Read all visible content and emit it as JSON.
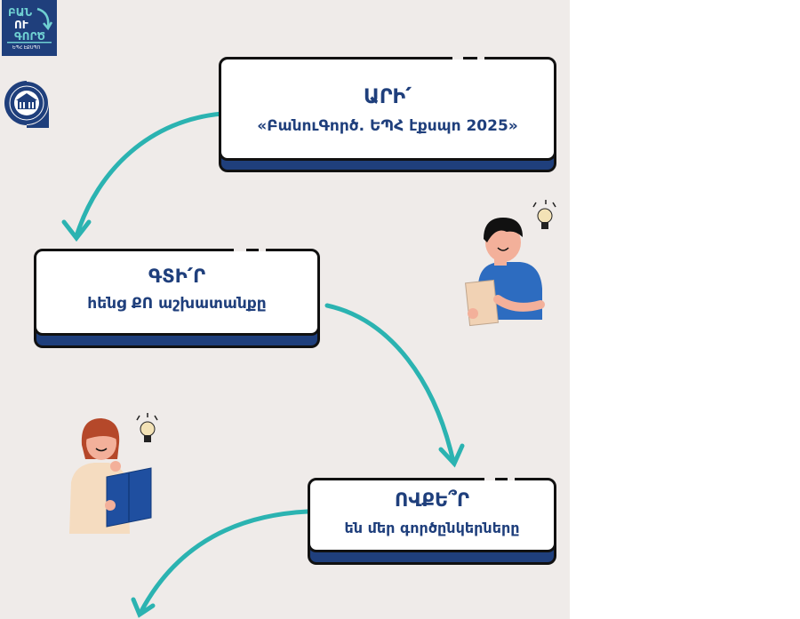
{
  "logo": {
    "line1": "ԲԱՆ",
    "line2": "ՈՒ",
    "line3": "ԳՈՐԾ",
    "line4": "ԵՊՀ ԷՔՍՊՈ"
  },
  "cards": [
    {
      "title": "ԱՐԻ՛",
      "subtitle": "«ԲանուԳործ. ԵՊՀ էքսպո 2025»"
    },
    {
      "title": "ԳՏԻ՛Ր",
      "subtitle": "հենց ՔՈ աշխատանքը"
    },
    {
      "title": "ՈՎՔԵ՞Ր",
      "subtitle": "են մեր գործընկերները"
    }
  ],
  "icons": [
    "university-seal-icon",
    "lightbulb-icon",
    "curved-arrow-icon"
  ],
  "colors": {
    "navy": "#1f3f7c",
    "teal": "#2bb3b1",
    "background": "#efebe9"
  }
}
